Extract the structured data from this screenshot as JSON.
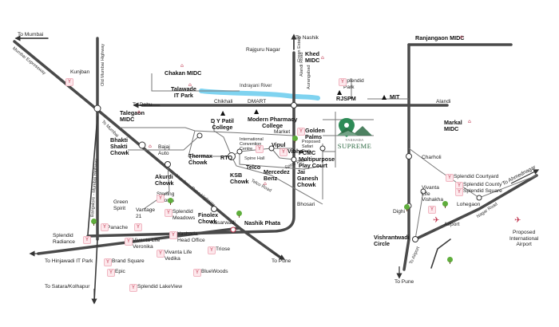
{
  "project": {
    "name": "SUPREME",
    "developer": "YASHADA"
  },
  "destinations": {
    "mumbai": "To Mumbai",
    "nashik": "To Nashik",
    "dehu": "To Dehu",
    "hinjawadi": "To Hinjawadi IT Park",
    "satara": "To Satara/Kolhapur",
    "pune_centre": "To Pune",
    "pune_right": "To Pune",
    "ahmednagar": "To Ahmednagar"
  },
  "roads": {
    "mumbai_expressway": "Mumbai Expressway",
    "old_mumbai_highway": "Old Mumbai Highway",
    "bangalore_mumbai_highway": "Bangalore - Mumbai Highway",
    "to_mumbai_road": "To Mumbai",
    "mumbai_pune_highway": "Mumbai - Pune Highway",
    "telco_road": "Telco Road",
    "alandi_road": "Alandi Road",
    "spine_road": "Spine Road",
    "nagar_road": "Nagar Road",
    "green_estate": "Green Estate",
    "aurangabad": "Aurangabad",
    "to_airport": "To Airport",
    "indrayani_river": "Indrayani River",
    "spine_hall": "Spine Hall"
  },
  "labels": {
    "ranjangaon": "Ranjangaon MIDC",
    "rajguru": "Rajguru Nagar",
    "khed": "Khed\nMIDC",
    "chakan": "Chakan MIDC",
    "talawade": "Talawade\nIT Park",
    "kunjban": "Kunjban",
    "chikhali": "Chikhali",
    "dmart": "DMART",
    "rjspm": "RJSPM",
    "mit": "MIT",
    "alandi": "Alandi",
    "markal": "Markal\nMIDC",
    "splendid_park": "Splendid\nPark",
    "talegaon": "Talegaon\nMIDC",
    "dy_patil": "D Y Patil\nCollege",
    "modern_pharmacy": "Modern Pharmacy\nCollege",
    "market": "Market",
    "golden_palms": "Golden\nPalms",
    "proposed_safari": "Proposed\nSafari\nPark",
    "bhakti_shakti": "Bhakti\nShakti\nChowk",
    "bajaj_auto": "Bajaj\nAuto",
    "thermax": "Thermax\nChowk",
    "rto": "RTO",
    "intl_convention": "International\nConvention\nCentre",
    "vipul": "Vipul",
    "vibha": "Vibha",
    "pcmc_play": "PCMC\nMultipurpose\nPlay Court",
    "charholi": "Charholi",
    "telco": "Telco",
    "mercedez": "Mercedez\nBenz",
    "akurdi": "Akurdi\nChowk",
    "ksb": "KSB\nChowk",
    "jai_ganesh": "Jai\nGanesh\nChowk",
    "splendid_courtyard": "Splendid Courtyard",
    "splendid_county": "Splendid County",
    "splendid_square": "Splendid Square",
    "vivanta_vishakha": "Vivanta\nLife\nVishakha",
    "lohegaon": "Lohegaon",
    "sterling_blooms": "Sterling\nBlooms",
    "green_spirit": "Green\nSpirit",
    "vantage21": "Vantage\n21",
    "splendid_meadows": "Splendid\nMeadows",
    "finolex": "Finolex\nChowk",
    "nashik_phata": "Nashik Phata",
    "bhosari": "Bhosari",
    "dighi": "Dighi",
    "panache": "Panache",
    "splendid_radiance": "Splendid\nRadiance",
    "kasarwadi": "Kasarwadi",
    "yashada_ho": "Yashada\nHead Office",
    "vivanta_veronika": "Vivanta Life\nVeronika",
    "airport": "Airport",
    "vishrantwadi": "Vishrantwadi\nCircle",
    "proposed_airport": "Proposed\nInternational\nAirport",
    "triose": "Triose",
    "vivanta_vedika": "Vivanta Life\nVedika",
    "brand_square": "Brand Square",
    "epic": "Epic",
    "bluewoods": "BlueWoods",
    "splendid_lakeview": "Splendid LakeView"
  },
  "colors": {
    "road": "#555555",
    "major_road": "#3a3a3a",
    "river": "#7fd3f0",
    "marker": "#2e8b57",
    "project_icon": "#c0364f"
  }
}
